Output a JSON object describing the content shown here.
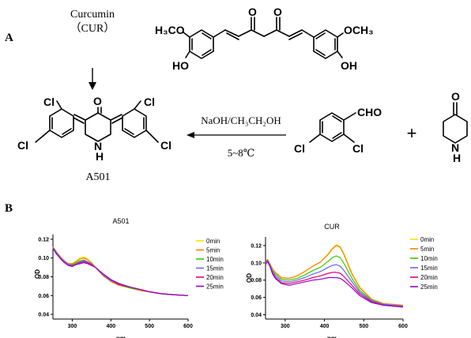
{
  "panels": {
    "a_label": "A",
    "b_label": "B"
  },
  "scheme": {
    "curcumin_name": "Curcumin",
    "curcumin_abbr": "（CUR）",
    "reagent_top": "NaOH/CH₃CH₂OH",
    "reagent_bottom": "5~8℃",
    "product_name": "A501",
    "plus_sign": "+",
    "atoms": {
      "h3co": "H₃CO",
      "och3": "OCH₃",
      "ho": "HO",
      "oh": "OH",
      "o": "O",
      "cl": "Cl",
      "cho": "CHO",
      "n": "N",
      "h": "H"
    }
  },
  "chart_data": [
    {
      "type": "line",
      "title": "A501",
      "xlabel": "nm",
      "ylabel": "OD",
      "xlim": [
        250,
        600
      ],
      "ylim": [
        0.035,
        0.125
      ],
      "xticks": [
        300,
        400,
        500,
        600
      ],
      "yticks": [
        0.04,
        0.06,
        0.08,
        0.1,
        0.12
      ],
      "ytick_labels": [
        "0.04",
        "0.06",
        "0.08",
        "0.10",
        "0.12"
      ],
      "grid": false,
      "legend_position": "right",
      "x": [
        250,
        260,
        270,
        280,
        290,
        300,
        310,
        320,
        330,
        340,
        350,
        360,
        380,
        400,
        420,
        450,
        480,
        500,
        530,
        560,
        600
      ],
      "series": [
        {
          "name": "0min",
          "color": "#f2e600",
          "values": [
            0.112,
            0.106,
            0.101,
            0.097,
            0.094,
            0.094,
            0.097,
            0.1,
            0.101,
            0.099,
            0.095,
            0.09,
            0.081,
            0.075,
            0.071,
            0.068,
            0.065,
            0.064,
            0.062,
            0.061,
            0.06
          ]
        },
        {
          "name": "5min",
          "color": "#ff8000",
          "values": [
            0.112,
            0.106,
            0.101,
            0.097,
            0.094,
            0.094,
            0.096,
            0.099,
            0.1,
            0.098,
            0.095,
            0.09,
            0.081,
            0.075,
            0.071,
            0.068,
            0.065,
            0.064,
            0.062,
            0.061,
            0.06
          ]
        },
        {
          "name": "10min",
          "color": "#33cc00",
          "values": [
            0.111,
            0.105,
            0.1,
            0.096,
            0.093,
            0.093,
            0.095,
            0.097,
            0.098,
            0.096,
            0.094,
            0.09,
            0.082,
            0.076,
            0.072,
            0.068,
            0.066,
            0.064,
            0.062,
            0.061,
            0.06
          ]
        },
        {
          "name": "15min",
          "color": "#6666ff",
          "values": [
            0.111,
            0.105,
            0.1,
            0.096,
            0.093,
            0.092,
            0.094,
            0.096,
            0.097,
            0.096,
            0.093,
            0.09,
            0.082,
            0.076,
            0.072,
            0.069,
            0.066,
            0.064,
            0.062,
            0.061,
            0.06
          ]
        },
        {
          "name": "20min",
          "color": "#e0007a",
          "values": [
            0.11,
            0.104,
            0.099,
            0.095,
            0.092,
            0.092,
            0.093,
            0.095,
            0.096,
            0.095,
            0.093,
            0.09,
            0.083,
            0.077,
            0.072,
            0.069,
            0.066,
            0.064,
            0.062,
            0.061,
            0.06
          ]
        },
        {
          "name": "25min",
          "color": "#9900cc",
          "values": [
            0.11,
            0.104,
            0.099,
            0.095,
            0.092,
            0.091,
            0.093,
            0.094,
            0.095,
            0.094,
            0.092,
            0.09,
            0.083,
            0.077,
            0.073,
            0.069,
            0.066,
            0.064,
            0.062,
            0.061,
            0.06
          ]
        }
      ]
    },
    {
      "type": "line",
      "title": "CUR",
      "xlabel": "nm",
      "ylabel": "OD",
      "xlim": [
        250,
        600
      ],
      "ylim": [
        0.035,
        0.13
      ],
      "xticks": [
        300,
        400,
        500,
        600
      ],
      "yticks": [
        0.04,
        0.06,
        0.08,
        0.1,
        0.12
      ],
      "ytick_labels": [
        "0.04",
        "0.06",
        "0.08",
        "0.10",
        "0.12"
      ],
      "grid": false,
      "legend_position": "right",
      "x": [
        250,
        255,
        262,
        268,
        275,
        290,
        310,
        330,
        350,
        370,
        390,
        410,
        420,
        430,
        440,
        450,
        470,
        490,
        520,
        550,
        600
      ],
      "series": [
        {
          "name": "0min",
          "color": "#f2e600",
          "values": [
            0.1,
            0.104,
            0.098,
            0.093,
            0.089,
            0.083,
            0.082,
            0.085,
            0.09,
            0.096,
            0.101,
            0.111,
            0.117,
            0.121,
            0.119,
            0.11,
            0.088,
            0.072,
            0.058,
            0.053,
            0.051
          ]
        },
        {
          "name": "5min",
          "color": "#ff8000",
          "values": [
            0.1,
            0.104,
            0.098,
            0.093,
            0.089,
            0.083,
            0.082,
            0.085,
            0.09,
            0.096,
            0.101,
            0.11,
            0.116,
            0.12,
            0.118,
            0.109,
            0.087,
            0.071,
            0.058,
            0.053,
            0.051
          ]
        },
        {
          "name": "10min",
          "color": "#33cc00",
          "values": [
            0.099,
            0.103,
            0.097,
            0.091,
            0.087,
            0.081,
            0.08,
            0.082,
            0.086,
            0.091,
            0.095,
            0.102,
            0.106,
            0.108,
            0.106,
            0.099,
            0.082,
            0.068,
            0.057,
            0.052,
            0.05
          ]
        },
        {
          "name": "15min",
          "color": "#6666ff",
          "values": [
            0.098,
            0.103,
            0.096,
            0.09,
            0.085,
            0.079,
            0.078,
            0.08,
            0.083,
            0.087,
            0.09,
            0.095,
            0.097,
            0.098,
            0.096,
            0.091,
            0.078,
            0.066,
            0.056,
            0.052,
            0.05
          ]
        },
        {
          "name": "20min",
          "color": "#e0007a",
          "values": [
            0.098,
            0.102,
            0.095,
            0.088,
            0.083,
            0.077,
            0.076,
            0.078,
            0.08,
            0.083,
            0.085,
            0.088,
            0.089,
            0.089,
            0.088,
            0.084,
            0.074,
            0.064,
            0.055,
            0.051,
            0.049
          ]
        },
        {
          "name": "25min",
          "color": "#9900cc",
          "values": [
            0.098,
            0.102,
            0.095,
            0.087,
            0.082,
            0.076,
            0.074,
            0.076,
            0.078,
            0.08,
            0.081,
            0.083,
            0.083,
            0.083,
            0.082,
            0.079,
            0.071,
            0.062,
            0.054,
            0.051,
            0.049
          ]
        }
      ]
    }
  ]
}
